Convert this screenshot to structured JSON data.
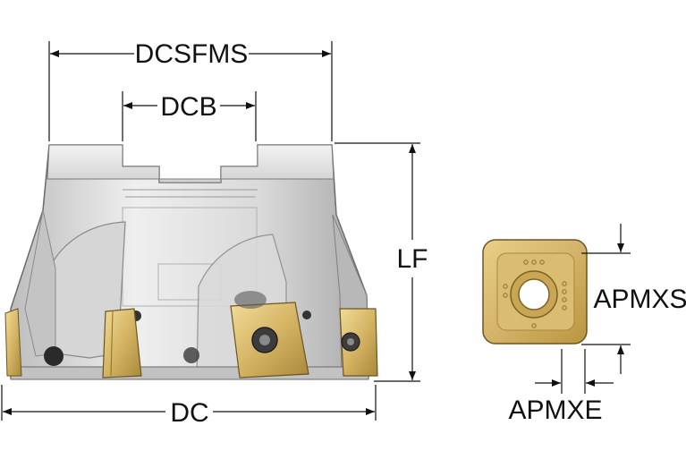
{
  "labels": {
    "dcsfms": "DCSFMS",
    "dcb": "DCB",
    "lf": "LF",
    "dc": "DC",
    "apmxs": "APMXS",
    "apmxe": "APMXE"
  },
  "colors": {
    "body_light": "#e9e9e9",
    "body_mid": "#cfcfcf",
    "body_dark": "#a8a8a8",
    "outline": "#555555",
    "insert_gold": "#d8b86a",
    "insert_dark": "#a88a3a",
    "line": "#111111"
  },
  "icons": {
    "screw": "torx-screw-icon",
    "arrow": "dimension-arrow-icon"
  }
}
